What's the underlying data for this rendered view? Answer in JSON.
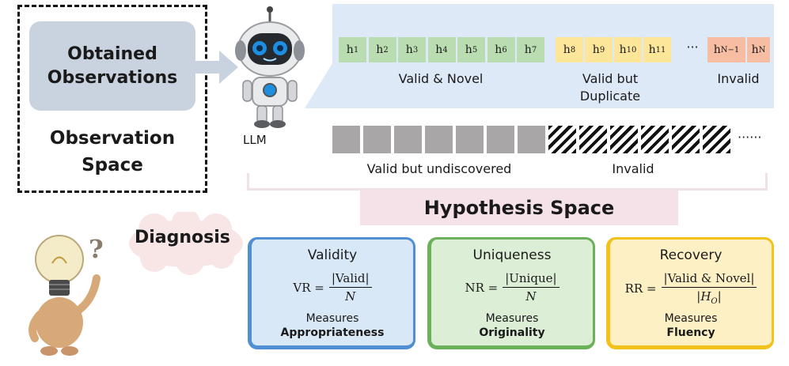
{
  "observation": {
    "box_line1": "Obtained",
    "box_line2": "Observations",
    "label_line1": "Observation",
    "label_line2": "Space"
  },
  "llm_label": "LLM",
  "hypotheses": {
    "valid_novel": [
      "1",
      "2",
      "3",
      "4",
      "5",
      "6",
      "7"
    ],
    "duplicate": [
      "8",
      "9",
      "10",
      "11"
    ],
    "ellipsis": "···",
    "invalid": [
      "N−1",
      "N"
    ],
    "label_valid_novel": "Valid & Novel",
    "label_duplicate_1": "Valid but",
    "label_duplicate_2": "Duplicate",
    "label_invalid": "Invalid"
  },
  "undiscovered": {
    "label_valid": "Valid but undiscovered",
    "label_invalid": "Invalid",
    "ellipsis": "······"
  },
  "hypothesis_space_title": "Hypothesis Space",
  "diagnosis": "Diagnosis",
  "metrics": [
    {
      "title": "Validity",
      "lhs": "VR =",
      "num": "|Valid|",
      "den": "N",
      "measures": "Measures",
      "quality": "Appropriateness",
      "color": "#4f8fd2",
      "bg": "#d9e8f7"
    },
    {
      "title": "Uniqueness",
      "lhs": "NR =",
      "num": "|Unique|",
      "den": "N",
      "measures": "Measures",
      "quality": "Originality",
      "color": "#6bb15a",
      "bg": "#dcefd6"
    },
    {
      "title": "Recovery",
      "lhs": "RR =",
      "num": "|Valid & Novel|",
      "den": "|H_O|",
      "measures": "Measures",
      "quality": "Fluency",
      "color": "#f2c21a",
      "bg": "#fdf0c4"
    }
  ],
  "colors": {
    "valid_novel": "#b9ddb0",
    "duplicate": "#fde59a",
    "invalid": "#f7bda2",
    "panel": "#dde9f6",
    "obs_box": "#c9d3e0"
  }
}
